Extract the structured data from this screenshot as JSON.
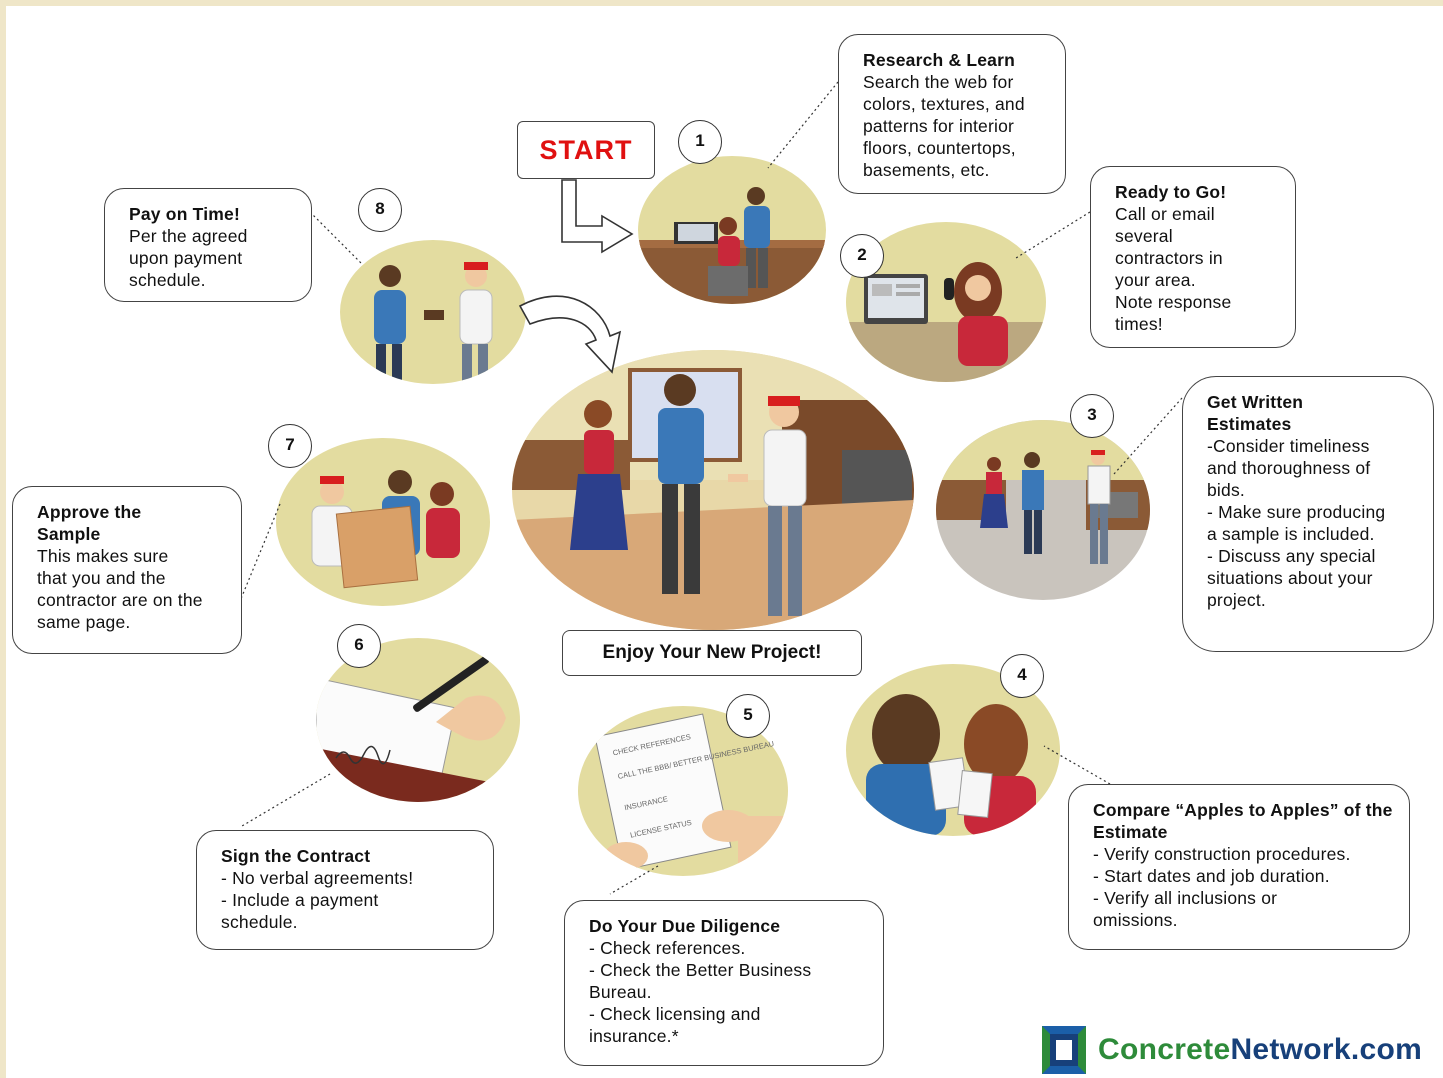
{
  "start_label": "START",
  "center_label": "Enjoy Your New Project!",
  "steps": [
    {
      "num": "1",
      "title": "Research & Learn",
      "lines": [
        "Search the web for",
        "colors, textures, and",
        "patterns for interior",
        "floors, countertops,",
        "basements, etc."
      ]
    },
    {
      "num": "2",
      "title": "Ready to Go!",
      "lines": [
        "Call or email",
        "several",
        "contractors in",
        "your area.",
        "Note response",
        "times!"
      ]
    },
    {
      "num": "3",
      "title": "Get Written Estimates",
      "lines": [
        "-Consider timeliness",
        "and thoroughness of",
        "bids.",
        "- Make sure producing",
        "a sample is included.",
        "- Discuss any special",
        "situations about your",
        "project."
      ]
    },
    {
      "num": "4",
      "title": "Compare “Apples to Apples” of the Estimate",
      "lines": [
        "- Verify construction procedures.",
        "- Start dates and job duration.",
        "- Verify all inclusions or",
        "omissions."
      ]
    },
    {
      "num": "5",
      "title": "Do Your Due Diligence",
      "lines": [
        "- Check references.",
        "- Check the Better Business",
        "Bureau.",
        "- Check licensing and",
        "insurance.*"
      ]
    },
    {
      "num": "6",
      "title": "Sign the Contract",
      "lines": [
        "- No verbal agreements!",
        "- Include a payment",
        "schedule."
      ]
    },
    {
      "num": "7",
      "title": "Approve the Sample",
      "lines": [
        "This makes sure",
        "that you and the",
        "contractor are on the",
        "same page."
      ]
    },
    {
      "num": "8",
      "title": "Pay on Time!",
      "lines": [
        "Per the agreed",
        "upon payment",
        "schedule."
      ]
    }
  ],
  "checklist": [
    "CHECK REFERENCES",
    "CALL THE BBB/ BETTER BUSINESS BUREAU",
    "INSURANCE",
    "LICENSE STATUS"
  ],
  "logo": {
    "part1": "Concrete",
    "part2": "Network.com"
  },
  "colors": {
    "start": "#e01010",
    "logo_blue": "#17407a",
    "logo_green": "#2e8b3a",
    "page_frame": "#efe6c8"
  }
}
